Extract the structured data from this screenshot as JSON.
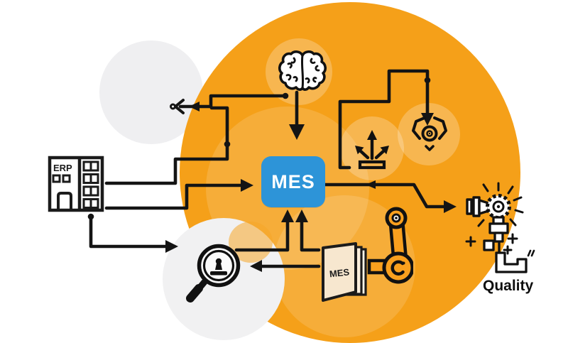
{
  "diagram": {
    "type": "illustration",
    "subject": "MES system connection diagram",
    "labels": {
      "erp": "ERP",
      "mes_box": "MES",
      "mes_folder": "MES",
      "quality": "Quality"
    },
    "icons": [
      "erp-building-icon",
      "brain-icon",
      "mes-box",
      "dispatch-arrows-icon",
      "gripper-claw-icon",
      "robot-arm-icon",
      "mes-folder-icon",
      "magnifier-audit-icon",
      "quality-inspection-icon",
      "hollow-arrow-endpoint"
    ],
    "colors": {
      "background": "#FFFFFF",
      "orange_circle": "#F5A019",
      "gray_circle_top": "#EFEFF1",
      "gray_circle_bottom": "#F1F1F2",
      "mes_blue": "#2D94D8",
      "folder_cream": "#F7E7CF",
      "robot_orange": "#F9A01E",
      "line_black": "#141414"
    }
  }
}
